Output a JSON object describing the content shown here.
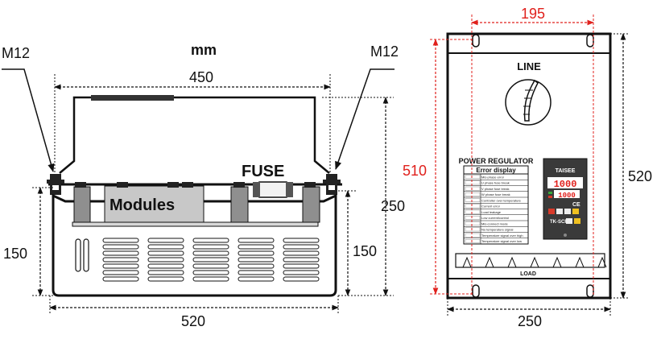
{
  "unit_label": "mm",
  "front_view": {
    "bolt_left": "M12",
    "bolt_right": "M12",
    "top_width": "450",
    "base_width": "520",
    "total_height": "250",
    "body_height_left": "150",
    "body_height_right": "150",
    "modules_label": "Modules",
    "fuse_label": "FUSE"
  },
  "side_view": {
    "hole_spacing": "195",
    "hole_height": "510",
    "total_height": "520",
    "width": "250",
    "line_label": "LINE",
    "load_label": "LOAD",
    "panel_title": "POWER REGULATOR",
    "panel_subtitle": "Error display",
    "error_rows": [
      "Mis-phase error",
      "U phase fuse break",
      "V phase fuse break",
      "W phase fuse break",
      "Controller over temperature",
      "Current error",
      "Load leakage",
      "Low current/control",
      "Mis-connect mode",
      "No temperature signal",
      "Temperature signal over high",
      "Temperature signal over low"
    ],
    "controller_brand": "TAISEE",
    "display_top": "1000",
    "display_bottom": "1000",
    "controller_model": "TK-SCR",
    "ce_mark": "CE"
  },
  "colors": {
    "line": "#111111",
    "dimension_red": "#e0201c",
    "module_fill": "#c8c8c8",
    "panel_dark": "#333333"
  }
}
